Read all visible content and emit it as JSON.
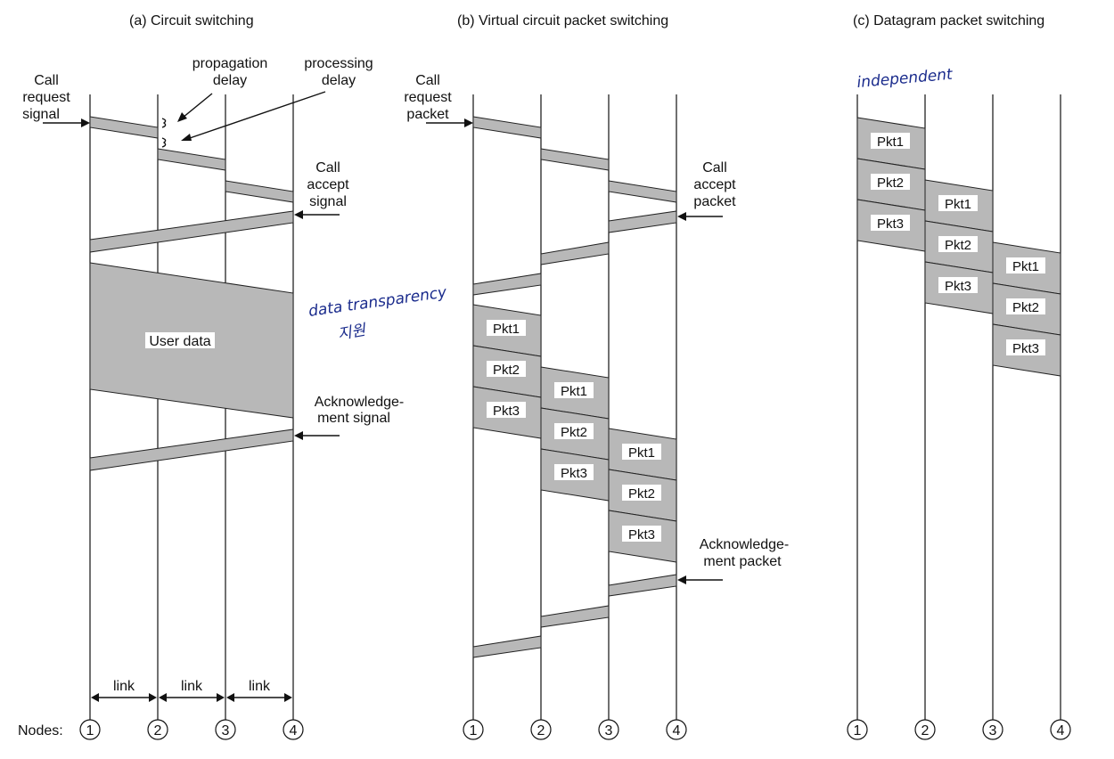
{
  "titles": {
    "a": "(a) Circuit switching",
    "b": "(b) Virtual circuit packet switching",
    "c": "(c) Datagram packet switching"
  },
  "panel_a": {
    "call_request": [
      "Call",
      "request",
      "signal"
    ],
    "propagation_delay": [
      "propagation",
      "delay"
    ],
    "processing_delay": [
      "processing",
      "delay"
    ],
    "call_accept": [
      "Call",
      "accept",
      "signal"
    ],
    "user_data": "User data",
    "ack": [
      "Acknowledge-",
      "ment signal"
    ],
    "link": "link",
    "nodes_label": "Nodes:",
    "handwritten_note": "data transparency",
    "handwritten_note2": "지원"
  },
  "panel_b": {
    "call_request": [
      "Call",
      "request",
      "packet"
    ],
    "call_accept": [
      "Call",
      "accept",
      "packet"
    ],
    "ack": [
      "Acknowledge-",
      "ment packet"
    ]
  },
  "panel_c": {
    "handwritten_note": "independent"
  },
  "packets": [
    "Pkt1",
    "Pkt2",
    "Pkt3"
  ],
  "node_numbers": [
    "1",
    "2",
    "3",
    "4"
  ],
  "colors": {
    "band": "#b8b8b8",
    "ink": "#1a2b8c"
  }
}
